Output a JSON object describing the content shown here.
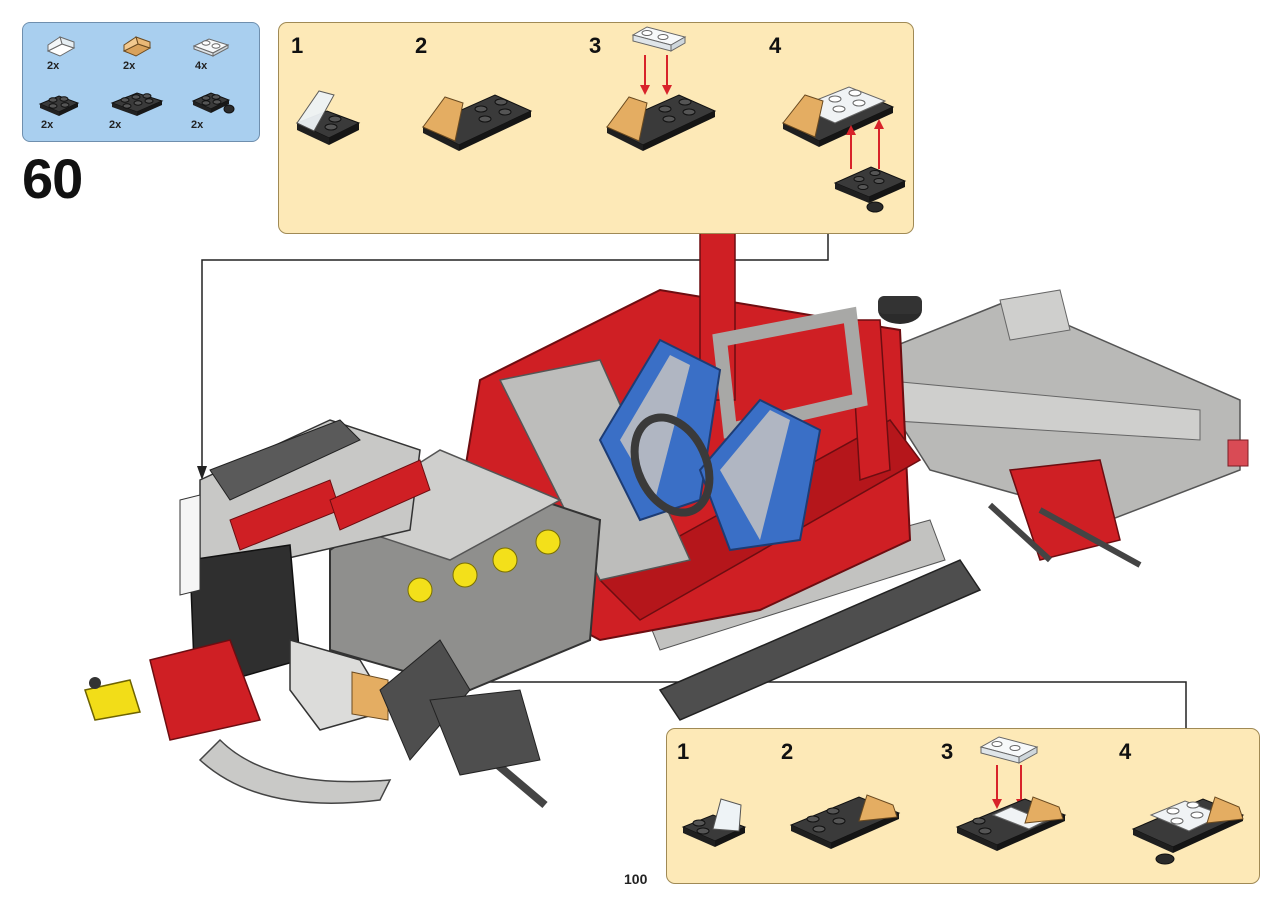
{
  "parts_list": [
    {
      "qty": "2x",
      "icon": "clear-slope-icon"
    },
    {
      "qty": "2x",
      "icon": "tan-slope-icon"
    },
    {
      "qty": "4x",
      "icon": "clear-plate-1x2-icon"
    },
    {
      "qty": "2x",
      "icon": "black-plate-2x2-icon"
    },
    {
      "qty": "2x",
      "icon": "black-plate-2x3-icon"
    },
    {
      "qty": "2x",
      "icon": "black-plate-round-icon"
    }
  ],
  "step": {
    "number": "60"
  },
  "subassembly_top": {
    "steps": [
      "1",
      "2",
      "3",
      "4"
    ]
  },
  "subassembly_bottom": {
    "steps": [
      "1",
      "2",
      "3",
      "4"
    ]
  },
  "page_number": "100",
  "colors": {
    "parts_bg": "#a9cfef",
    "subassembly_bg": "#fde9b7",
    "technic_red": "#cf1f24",
    "light_gray": "#b7b7b5",
    "dark_gray": "#545454",
    "blue": "#3a6fc6",
    "arrow_red": "#d8232a"
  }
}
